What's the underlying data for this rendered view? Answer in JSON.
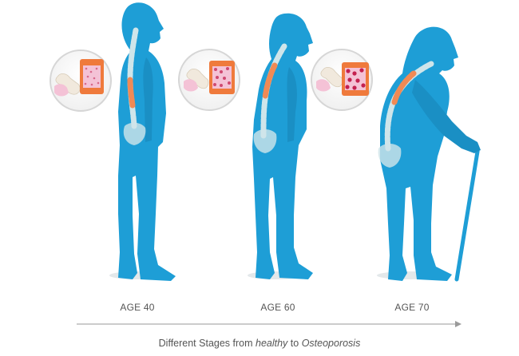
{
  "stages": [
    {
      "label": "AGE 40",
      "bone_density": "healthy"
    },
    {
      "label": "AGE 60",
      "bone_density": "reduced"
    },
    {
      "label": "AGE 70",
      "bone_density": "osteoporotic"
    }
  ],
  "caption": {
    "prefix": "Different Stages from ",
    "healthy": "healthy",
    "middle": " to ",
    "osteoporosis": "Osteoporosis"
  },
  "colors": {
    "body": "#1e9ed6",
    "spine": "#cfe5ea",
    "spine_pain": "#f08a55",
    "bone_outer": "#ef7a3c",
    "bone_inner": "#f4c2d6",
    "bone_pores": "#c4204f",
    "femur": "#f1e9dd",
    "arrow": "#9a9a9a",
    "text": "#555555"
  }
}
